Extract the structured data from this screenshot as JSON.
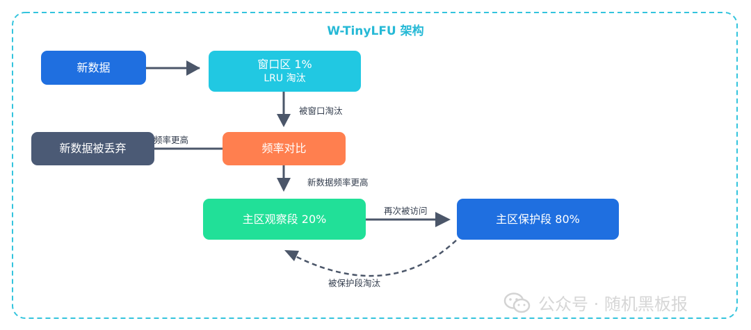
{
  "title": "W-TinyLFU 架构",
  "colors": {
    "frame": "#33c4dd",
    "title": "#26b9d6",
    "arrow": "#4b5669",
    "new_data": "#1f6fe0",
    "window": "#21c8e2",
    "compare": "#ff7f4f",
    "discard": "#4b5a75",
    "probation": "#21e098",
    "protected": "#1f6fe0"
  },
  "nodes": {
    "new_data": {
      "label": "新数据"
    },
    "window": {
      "line1": "窗口区 1%",
      "line2": "LRU 淘汰"
    },
    "compare": {
      "label": "频率对比"
    },
    "discard": {
      "label": "新数据被丢弃"
    },
    "probation": {
      "label": "主区观察段 20%"
    },
    "protected": {
      "label": "主区保护段 80%"
    }
  },
  "edges": {
    "window_evicted": "被窗口淘汰",
    "main_higher": "频率更高",
    "new_higher": "新数据频率更高",
    "accessed_again": "再次被访问",
    "protected_evicted": "被保护段淘汰"
  },
  "watermark": {
    "icon": "wechat-icon",
    "text": "公众号 · 随机黑板报"
  }
}
